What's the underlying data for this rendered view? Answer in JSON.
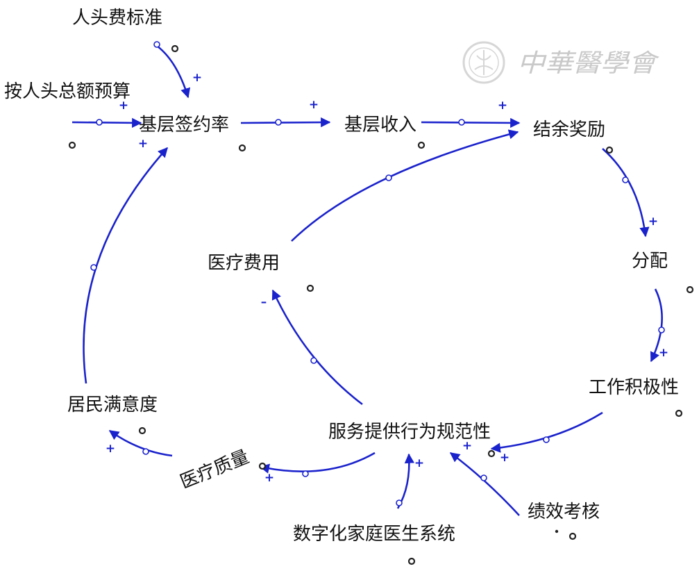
{
  "colors": {
    "link": "#1a22cc",
    "text": "#111111",
    "watermark": "#c9c9c9"
  },
  "watermark": {
    "text": "中華醫學會",
    "icon": "seal-icon"
  },
  "nodes": {
    "per_capita_standard": "人头费标准",
    "capitation_budget": "按人头总额预算",
    "contract_rate": "基层签约率",
    "primary_income": "基层收入",
    "surplus_reward": "结余奖励",
    "medical_cost": "医疗费用",
    "distribution": "分配",
    "work_enthusiasm": "工作积极性",
    "resident_satisfaction": "居民满意度",
    "service_standardization": "服务提供行为规范性",
    "medical_quality": "医疗质量",
    "digital_family_doctor": "数字化家庭医生系统",
    "performance_assessment": "绩效考核"
  },
  "links": [
    {
      "from": "per_capita_standard",
      "to": "contract_rate",
      "polarity": "+"
    },
    {
      "from": "capitation_budget",
      "to": "contract_rate",
      "polarity": "+"
    },
    {
      "from": "contract_rate",
      "to": "primary_income",
      "polarity": "+"
    },
    {
      "from": "primary_income",
      "to": "surplus_reward",
      "polarity": "+"
    },
    {
      "from": "medical_cost",
      "to": "surplus_reward",
      "polarity": ""
    },
    {
      "from": "surplus_reward",
      "to": "distribution",
      "polarity": "+"
    },
    {
      "from": "distribution",
      "to": "work_enthusiasm",
      "polarity": "+"
    },
    {
      "from": "work_enthusiasm",
      "to": "service_standardization",
      "polarity": "+"
    },
    {
      "from": "service_standardization",
      "to": "medical_cost",
      "polarity": "–"
    },
    {
      "from": "service_standardization",
      "to": "medical_quality",
      "polarity": "+"
    },
    {
      "from": "medical_quality",
      "to": "resident_satisfaction",
      "polarity": "+"
    },
    {
      "from": "resident_satisfaction",
      "to": "contract_rate",
      "polarity": "+"
    },
    {
      "from": "digital_family_doctor",
      "to": "service_standardization",
      "polarity": "+"
    },
    {
      "from": "performance_assessment",
      "to": "service_standardization",
      "polarity": "+"
    }
  ]
}
